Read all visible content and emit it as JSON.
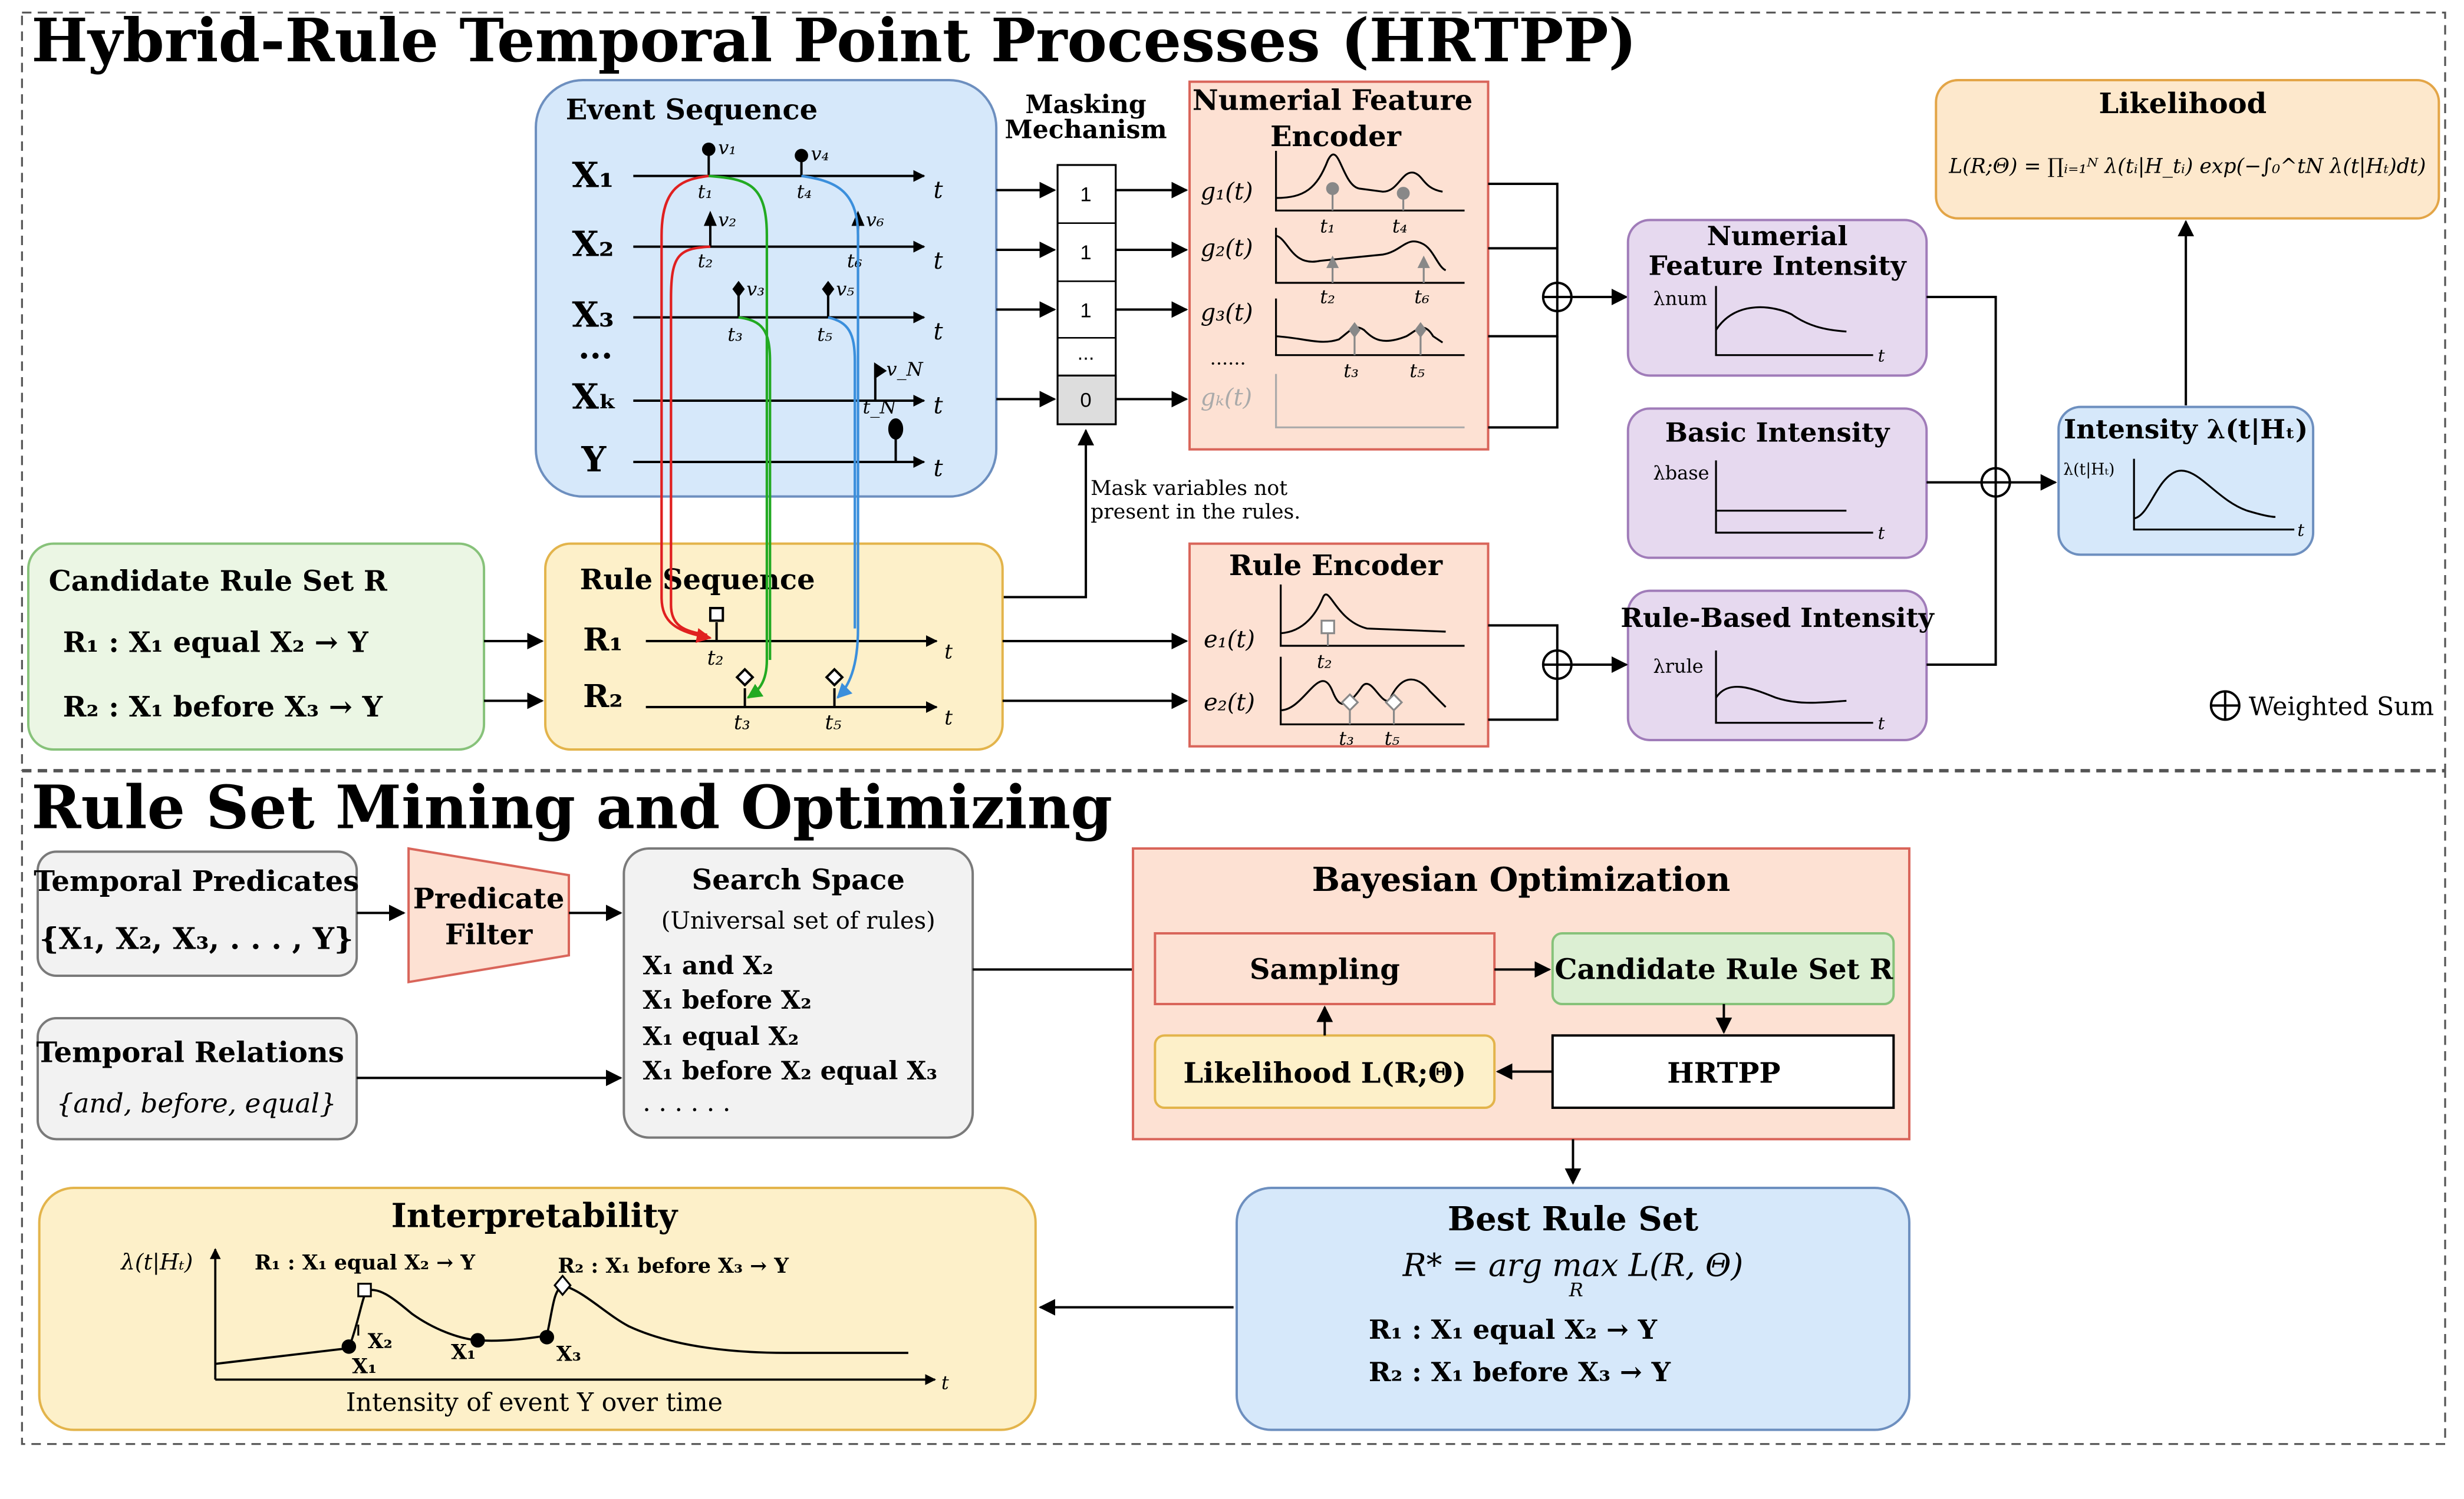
{
  "sections": {
    "top_title": "Hybrid-Rule Temporal Point Processes (HRTPP)",
    "bottom_title": "Rule Set Mining and Optimizing"
  },
  "event_sequence": {
    "title": "Event Sequence",
    "rows": [
      {
        "label": "X₁",
        "events": [
          {
            "t": "t₁",
            "v": "v₁"
          },
          {
            "t": "t₄",
            "v": "v₄"
          }
        ]
      },
      {
        "label": "X₂",
        "events": [
          {
            "t": "t₂",
            "v": "v₂"
          },
          {
            "t": "t₆",
            "v": "v₆"
          }
        ]
      },
      {
        "label": "X₃",
        "events": [
          {
            "t": "t₃",
            "v": "v₃"
          },
          {
            "t": "t₅",
            "v": "v₅"
          }
        ]
      },
      {
        "label": "Xₖ",
        "events": [
          {
            "t": "t_N",
            "v": "v_N"
          }
        ]
      },
      {
        "label": "Y",
        "events": []
      }
    ],
    "ellipsis": "...",
    "axis_t": "t"
  },
  "masking": {
    "title_line1": "Masking",
    "title_line2": "Mechanism",
    "values": [
      "1",
      "1",
      "1",
      "...",
      "0"
    ],
    "note_line1": "Mask variables not",
    "note_line2": "present in the rules."
  },
  "numerical_encoder": {
    "title_line1": "Numerial Feature",
    "title_line2": "Encoder",
    "rows": [
      {
        "label": "g₁(t)",
        "ticks": [
          "t₁",
          "t₄"
        ]
      },
      {
        "label": "g₂(t)",
        "ticks": [
          "t₂",
          "t₆"
        ]
      },
      {
        "label": "g₃(t)",
        "ticks": [
          "t₃",
          "t₅"
        ]
      },
      {
        "label": "gₖ(t)",
        "ticks": []
      }
    ],
    "ellipsis": "......"
  },
  "numerical_intensity": {
    "title_line1": "Numerial",
    "title_line2": "Feature Intensity",
    "ylabel": "λnum"
  },
  "basic_intensity": {
    "title": "Basic Intensity",
    "ylabel": "λbase"
  },
  "rule_intensity": {
    "title": "Rule-Based Intensity",
    "ylabel": "λrule"
  },
  "intensity": {
    "title": "Intensity λ(t|Hₜ)",
    "ylabel": "λ(t|Hₜ)"
  },
  "likelihood": {
    "title": "Likelihood",
    "formula": "L(R;Θ) = ∏ᵢ₌₁ᴺ λ(tᵢ|H_tᵢ) exp(−∫₀^tN λ(t|Hₜ)dt)"
  },
  "legend": {
    "weighted_sum": "Weighted Sum"
  },
  "candidate_rule_set": {
    "title": "Candidate Rule Set R",
    "rules": [
      "R₁ : X₁ equal X₂ → Y",
      "R₂ : X₁ before X₃ → Y"
    ]
  },
  "rule_sequence": {
    "title": "Rule Sequence",
    "rows": [
      {
        "label": "R₁",
        "ticks": [
          "t₂"
        ]
      },
      {
        "label": "R₂",
        "ticks": [
          "t₃",
          "t₅"
        ]
      }
    ]
  },
  "rule_encoder": {
    "title": "Rule Encoder",
    "rows": [
      {
        "label": "e₁(t)",
        "ticks": [
          "t₂"
        ]
      },
      {
        "label": "e₂(t)",
        "ticks": [
          "t₃",
          "t₅"
        ]
      }
    ]
  },
  "temporal_predicates": {
    "title": "Temporal Predicates",
    "content": "{X₁, X₂, X₃, . . . , Y}"
  },
  "predicate_filter": {
    "line1": "Predicate",
    "line2": "Filter"
  },
  "temporal_relations": {
    "title": "Temporal Relations",
    "content": "{and, before, equal}"
  },
  "search_space": {
    "title": "Search Space",
    "subtitle": "(Universal set of rules)",
    "items": [
      "X₁ and X₂",
      "X₁ before X₂",
      "X₁ equal X₂",
      "X₁ before X₂ equal X₃",
      ". . . . . ."
    ]
  },
  "bayesian": {
    "title": "Bayesian Optimization",
    "sampling": "Sampling",
    "candidate": "Candidate Rule Set R",
    "hrtpp": "HRTPP",
    "likelihood": "Likelihood L(R;Θ)"
  },
  "best_rule_set": {
    "title": "Best Rule Set",
    "formula": "R* = arg max L(R, Θ)",
    "formula_sub": "R",
    "rules": [
      "R₁ : X₁ equal X₂ → Y",
      "R₂ : X₁ before X₃ → Y"
    ]
  },
  "interpretability": {
    "title": "Interpretability",
    "ylabel": "λ(t|Hₜ)",
    "rule1": "R₁ : X₁ equal X₂ → Y",
    "rule2": "R₂ : X₁ before X₃ → Y",
    "markers": [
      "X₂",
      "X₁",
      "X₁",
      "X₃"
    ],
    "caption": "Intensity of event Y over time",
    "axis_t": "t"
  },
  "colors": {
    "blue_fill": "#d6e8fa",
    "blue_stroke": "#6d8fbf",
    "orange_fill": "#fde1d3",
    "orange_stroke": "#d9655a",
    "purple_fill": "#e6d9ef",
    "purple_stroke": "#a07cb9",
    "yellow_fill": "#fdf0c9",
    "yellow_stroke": "#e3b44b",
    "green_fill": "#ebf6e4",
    "green_stroke": "#87c27a",
    "gray_fill": "#f2f2f2",
    "gray_stroke": "#7a7a7a",
    "red_line": "#e02020",
    "green_line": "#22aa22",
    "blue_line": "#3b8fdc"
  }
}
